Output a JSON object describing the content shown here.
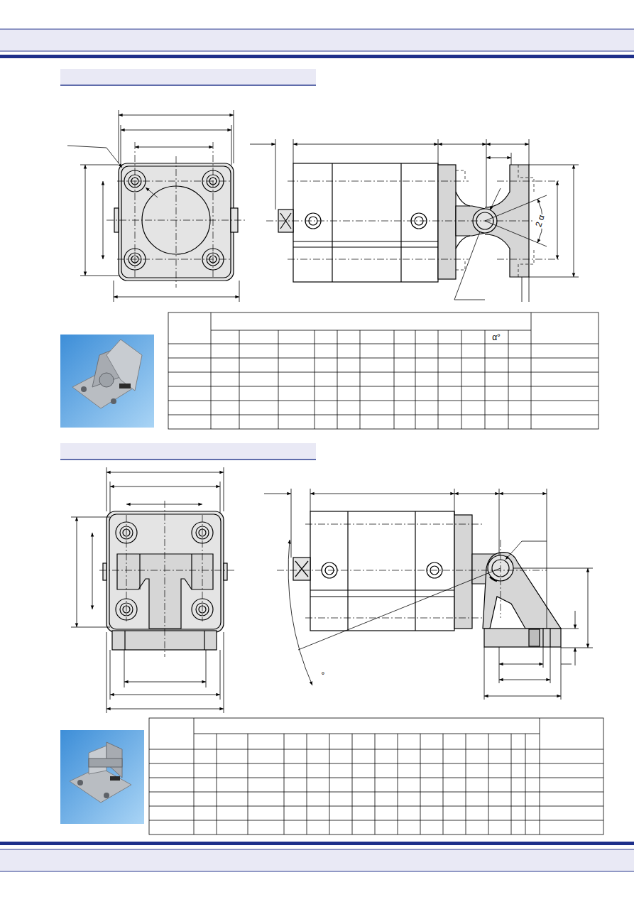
{
  "diagram": {
    "labels": [
      "α°",
      "2 α",
      "°"
    ]
  }
}
